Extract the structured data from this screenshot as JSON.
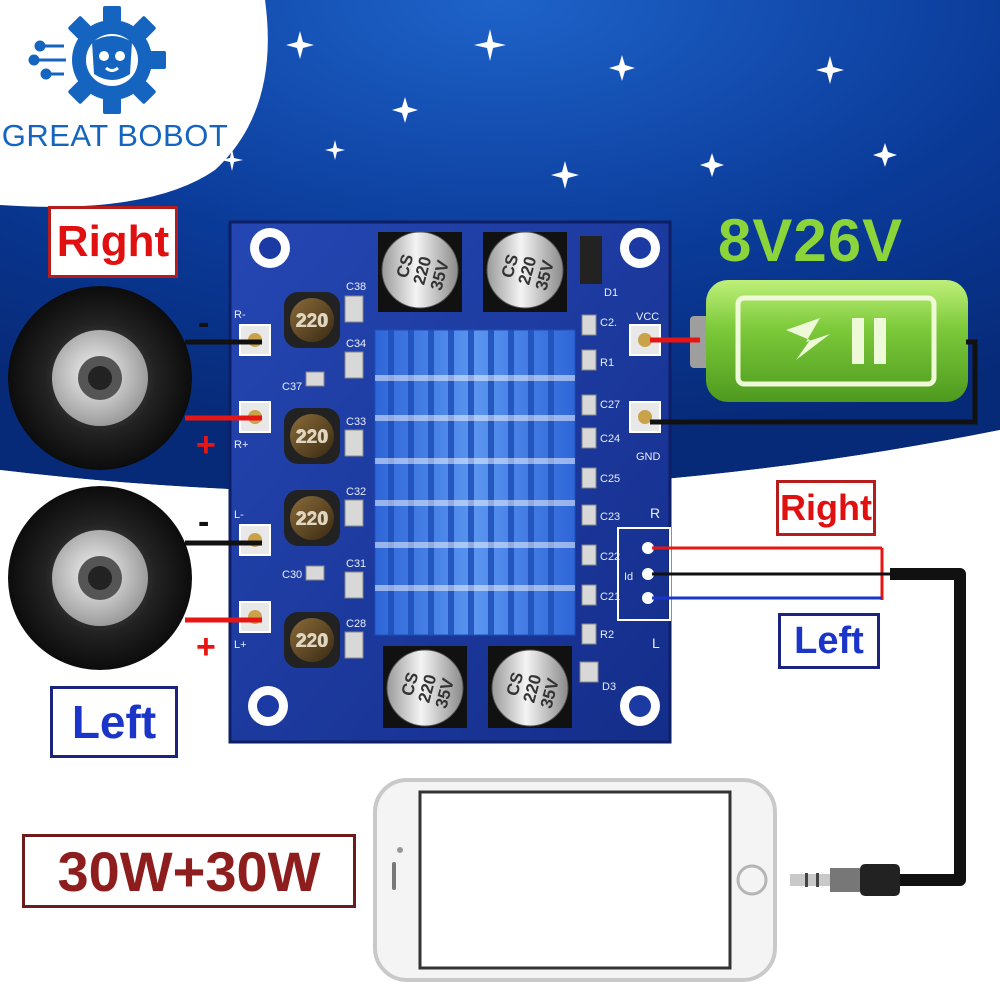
{
  "brand": {
    "name": "GREAT BOBOT"
  },
  "labels": {
    "right_speaker": "Right",
    "left_speaker": "Left",
    "voltage": "8V26V",
    "right_input": "Right",
    "left_input": "Left",
    "power": "30W+30W"
  },
  "pcb": {
    "pins": {
      "r_minus": "R-",
      "r_plus": "R+",
      "l_minus": "L-",
      "l_plus": "L+",
      "vcc": "VCC",
      "gnd": "GND",
      "r": "R",
      "l": "L",
      "id": "Id"
    },
    "components": [
      "C38",
      "C34",
      "C37",
      "C33",
      "C32",
      "C31",
      "C30",
      "C28",
      "D1",
      "C2.",
      "R1",
      "C27",
      "C24",
      "C25",
      "C23",
      "C22",
      "C21",
      "R2",
      "D3"
    ],
    "inductor_label": "220",
    "capacitor": {
      "line1": "CS",
      "line2": "220",
      "line3": "35V"
    }
  },
  "colors": {
    "sky": "#0a3d9e",
    "pcb": "#1c3aa3",
    "heatsink": "#3d7be0",
    "red_text": "#e01010",
    "blue_text": "#1a35c8",
    "battery": "#7cc93a",
    "voltage": "#8bd43a",
    "brand": "#1565c0"
  },
  "icons": [
    "gear-logo-icon",
    "battery-icon",
    "speaker-icon",
    "smartphone-icon",
    "audio-jack-icon",
    "star-icon"
  ]
}
